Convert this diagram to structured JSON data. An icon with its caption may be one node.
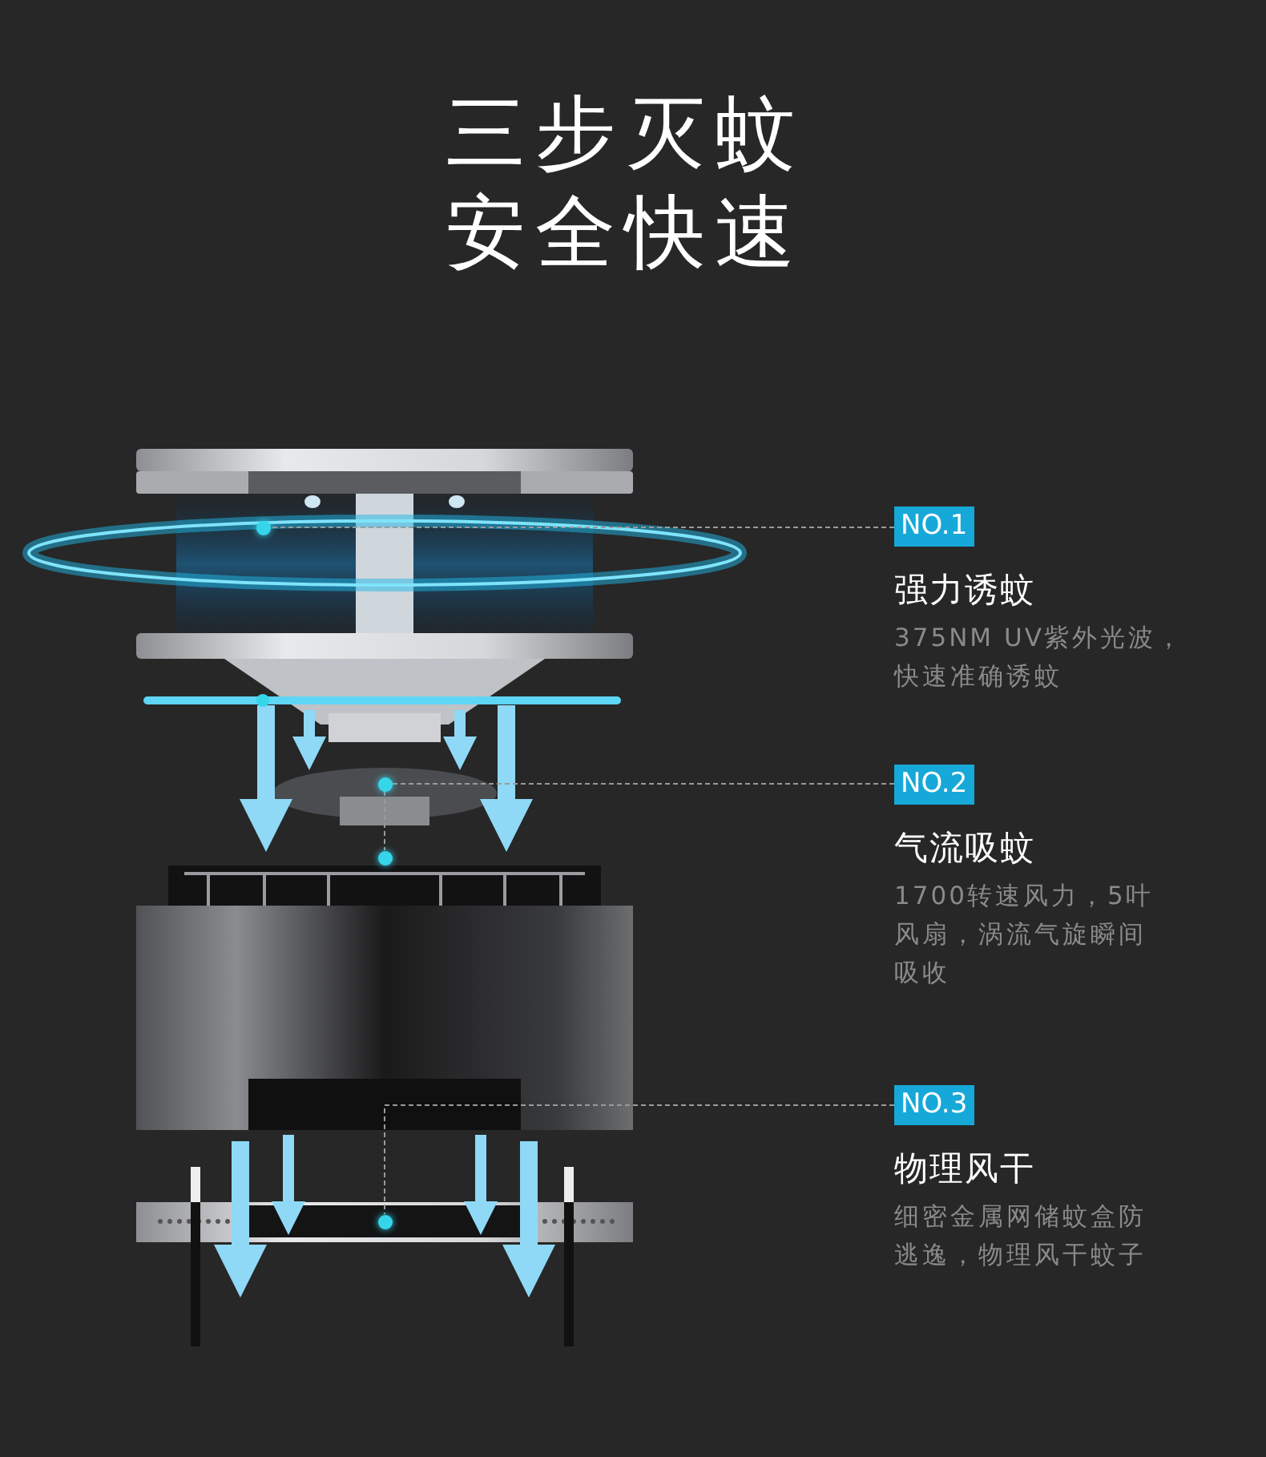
{
  "diagram": {
    "title": "三步灭蚊安全快速",
    "nodes": [
      {
        "text": [],
        "shape": "circle"
      },
      {
        "text": [
          "NO.1"
        ],
        "beside": [
          "强力诱蚊",
          "375NM UV紫外光波，快速准确诱蚊"
        ]
      },
      {
        "text": [],
        "shape": "circle"
      },
      {
        "text": [],
        "shape": "circle"
      },
      {
        "text": [
          "NO.2"
        ],
        "beside": [
          "气流吸蚊",
          "1700转速风力，5叶风扇，涡流气旋瞬间吸收"
        ]
      },
      {
        "text": [],
        "shape": "circle"
      },
      {
        "text": [
          "NO.3"
        ],
        "beside": [
          "物理风干",
          "细密金属网储蚊盒防逃逸，物理风干蚊子"
        ]
      }
    ],
    "edges": [
      {
        "from": 1,
        "to": 0,
        "arrow": "none",
        "style": "dashed"
      },
      {
        "from": 4,
        "to": 2,
        "arrow": "none",
        "style": "dashed"
      },
      {
        "from": 2,
        "to": 3,
        "arrow": "none",
        "style": "dashed"
      },
      {
        "from": 6,
        "to": 5,
        "arrow": "none",
        "style": "dashed"
      }
    ]
  }
}
